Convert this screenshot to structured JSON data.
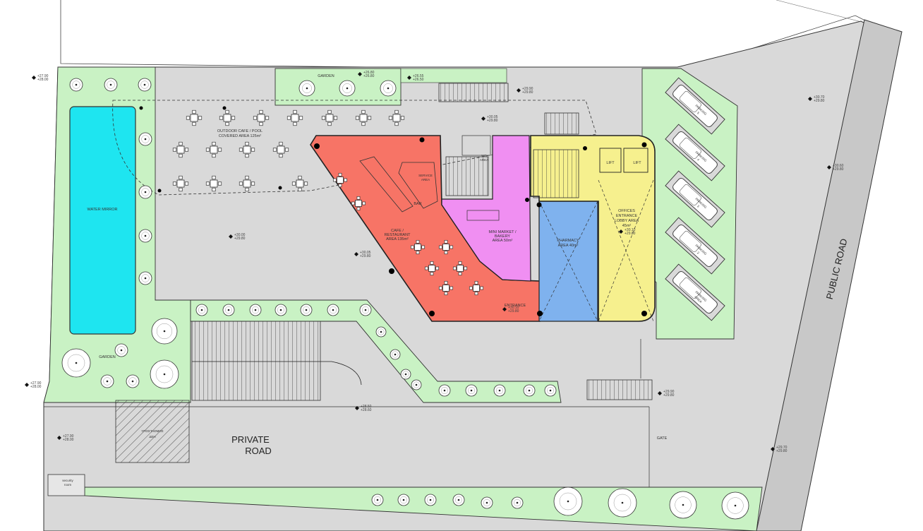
{
  "labels": {
    "public_road": "PUBLIC ROAD",
    "private_road_1": "PRIVATE",
    "private_road_2": "ROAD",
    "gate": "GATE",
    "garden_top": "GARDEN",
    "garden_left": "GARDEN",
    "water_mirror": "WATER MIRROR",
    "outdoor_1": "OUTDOOR CAFE / POOL",
    "outdoor_2": "COVERED AREA 125m²",
    "cafe_1": "CAFE /",
    "cafe_2": "RESTAURANT",
    "cafe_3": "AREA 135m²",
    "bar": "BAR",
    "service_1": "SERVICE",
    "service_2": "AREA",
    "wc": "WC",
    "wc_area": "AREA",
    "market_1": "MINI MARKET /",
    "market_2": "BAKERY",
    "market_3": "AREA 50m²",
    "pharmacy_1": "PHARMACY",
    "pharmacy_2": "AREA 40m²",
    "offices_1": "OFFICES",
    "offices_2": "ENTRANCE",
    "offices_3": "LOBBY AREA",
    "offices_4": "45m²",
    "lift_1": "LIFT",
    "lift_2": "LIFT",
    "entrance": "ENTRANCE",
    "security_1": "security",
    "security_2": "room",
    "transformer_1": "ΥΠΟΣΤΑΘΜΟΣ",
    "transformer_2": "ΔΕΗ"
  },
  "parking": [
    {
      "label": "PARKING",
      "number": "5"
    },
    {
      "label": "PARKING",
      "number": "4"
    },
    {
      "label": "PARKING",
      "number": "3"
    },
    {
      "label": "PARKING",
      "number": "2"
    },
    {
      "label": "PARKING",
      "number": "AREA"
    }
  ],
  "levels": [
    {
      "top": "+27.90",
      "bottom": "+28.00"
    },
    {
      "top": "+26.80",
      "bottom": "+26.80"
    },
    {
      "top": "+26.55",
      "bottom": "+26.50"
    },
    {
      "top": "+29.90",
      "bottom": "+29.80"
    },
    {
      "top": "+30.05",
      "bottom": "+29.80"
    },
    {
      "top": "+30.70",
      "bottom": "+29.80"
    },
    {
      "top": "+30.60",
      "bottom": "+29.80"
    },
    {
      "top": "+30.00",
      "bottom": "+29.80"
    },
    {
      "top": "+30.05",
      "bottom": "+29.80"
    },
    {
      "top": "+30.10",
      "bottom": "+29.80"
    },
    {
      "top": "+30.10",
      "bottom": "+29.80"
    },
    {
      "top": "+27.90",
      "bottom": "+28.00"
    },
    {
      "top": "+29.90",
      "bottom": "+29.80"
    },
    {
      "top": "+28.50",
      "bottom": "+28.60"
    },
    {
      "top": "+27.90",
      "bottom": "+28.00"
    },
    {
      "top": "+29.70",
      "bottom": "+29.80"
    }
  ],
  "colors": {
    "garden": "#c9f2c4",
    "paving": "#d9d9d9",
    "pool": "#1ee5f0",
    "cafe": "#f77466",
    "market": "#f08ff2",
    "pharmacy": "#7fb2ee",
    "offices": "#f6f08e"
  }
}
